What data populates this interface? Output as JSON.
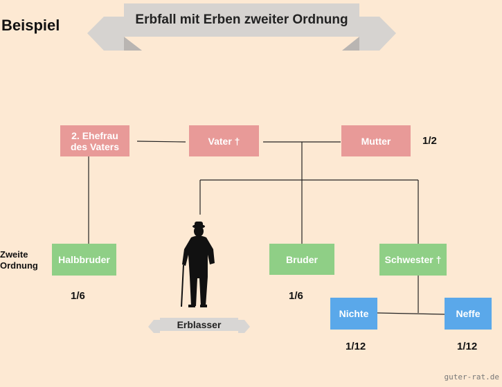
{
  "header": {
    "example_label": "Beispiel",
    "title": "Erbfall mit Erben zweiter Ordnung"
  },
  "nodes": {
    "stepmother": "2. Ehefrau\ndes Vaters",
    "father": "Vater †",
    "mother": "Mutter",
    "half_brother": "Halbbruder",
    "brother": "Bruder",
    "sister": "Schwester †",
    "niece": "Nichte",
    "nephew": "Neffe",
    "deceased": "Erblasser"
  },
  "shares": {
    "mother": "1/2",
    "half_brother": "1/6",
    "brother": "1/6",
    "niece": "1/12",
    "nephew": "1/12"
  },
  "side_label": "Zweite\nOrdnung",
  "watermark": "guter-rat.de",
  "colors": {
    "background": "#fde9d3",
    "parents": "#e89a98",
    "siblings": "#8fcf86",
    "children": "#5aa8ea",
    "banner": "#d6d3d0"
  }
}
